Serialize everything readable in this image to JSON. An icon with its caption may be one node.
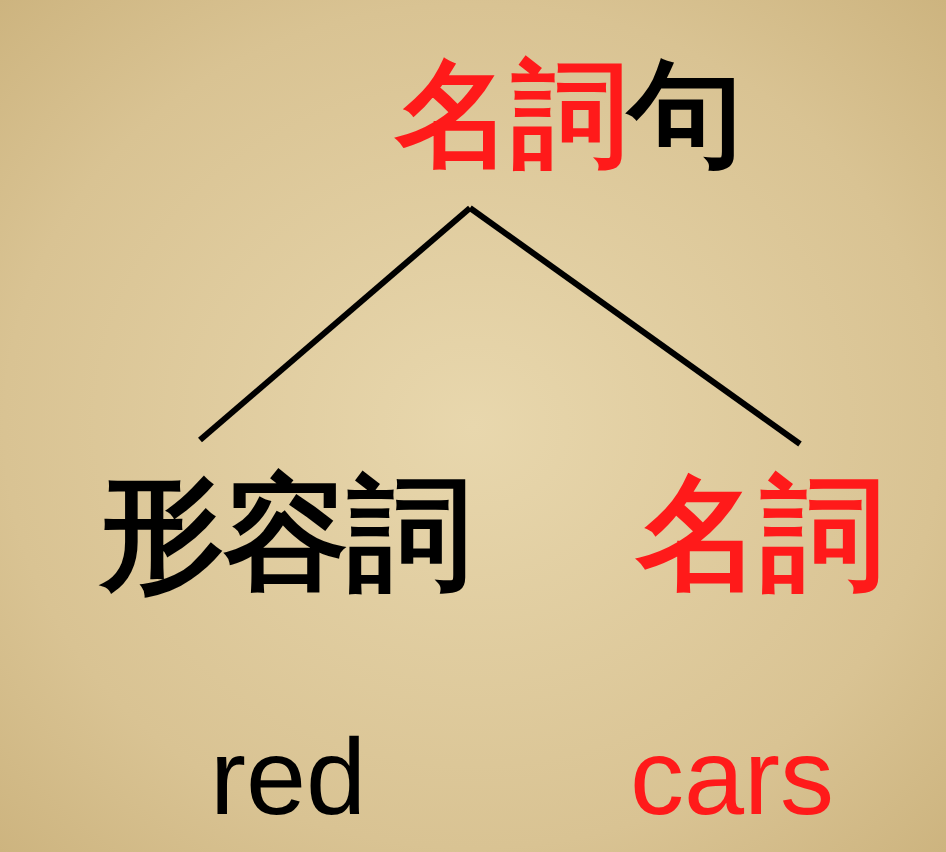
{
  "diagram": {
    "nodes": [
      {
        "text": [
          "名詞句"
        ]
      },
      {
        "text": [
          "形容詞"
        ],
        "beside": [
          "red"
        ]
      },
      {
        "text": [
          "名詞"
        ],
        "beside": [
          "cars"
        ]
      }
    ],
    "edges": [
      {
        "from": 0,
        "to": 1,
        "arrow": "none"
      },
      {
        "from": 0,
        "to": 2,
        "arrow": "none"
      }
    ]
  }
}
